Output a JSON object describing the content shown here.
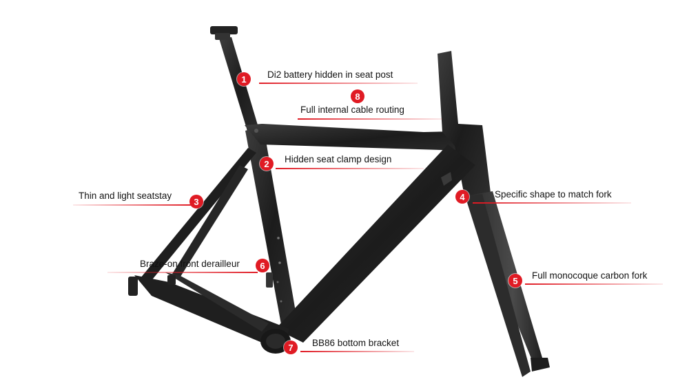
{
  "colors": {
    "accent": "#e01b24",
    "frame_dark": "#1b1b1b",
    "frame_mid": "#3a3a3a",
    "text": "#111111"
  },
  "photo": {
    "subject": "bicycle-frame-and-fork"
  },
  "callouts": [
    {
      "number": "1",
      "text": "Di2 battery hidden in seat post"
    },
    {
      "number": "8",
      "text": "Full internal cable routing"
    },
    {
      "number": "2",
      "text": "Hidden seat clamp design"
    },
    {
      "number": "3",
      "text": "Thin and light seatstay"
    },
    {
      "number": "4",
      "text": "Specific shape to match fork"
    },
    {
      "number": "6",
      "text": "Braze-on front derailleur"
    },
    {
      "number": "5",
      "text": "Full monocoque carbon fork"
    },
    {
      "number": "7",
      "text": "BB86 bottom bracket"
    }
  ]
}
